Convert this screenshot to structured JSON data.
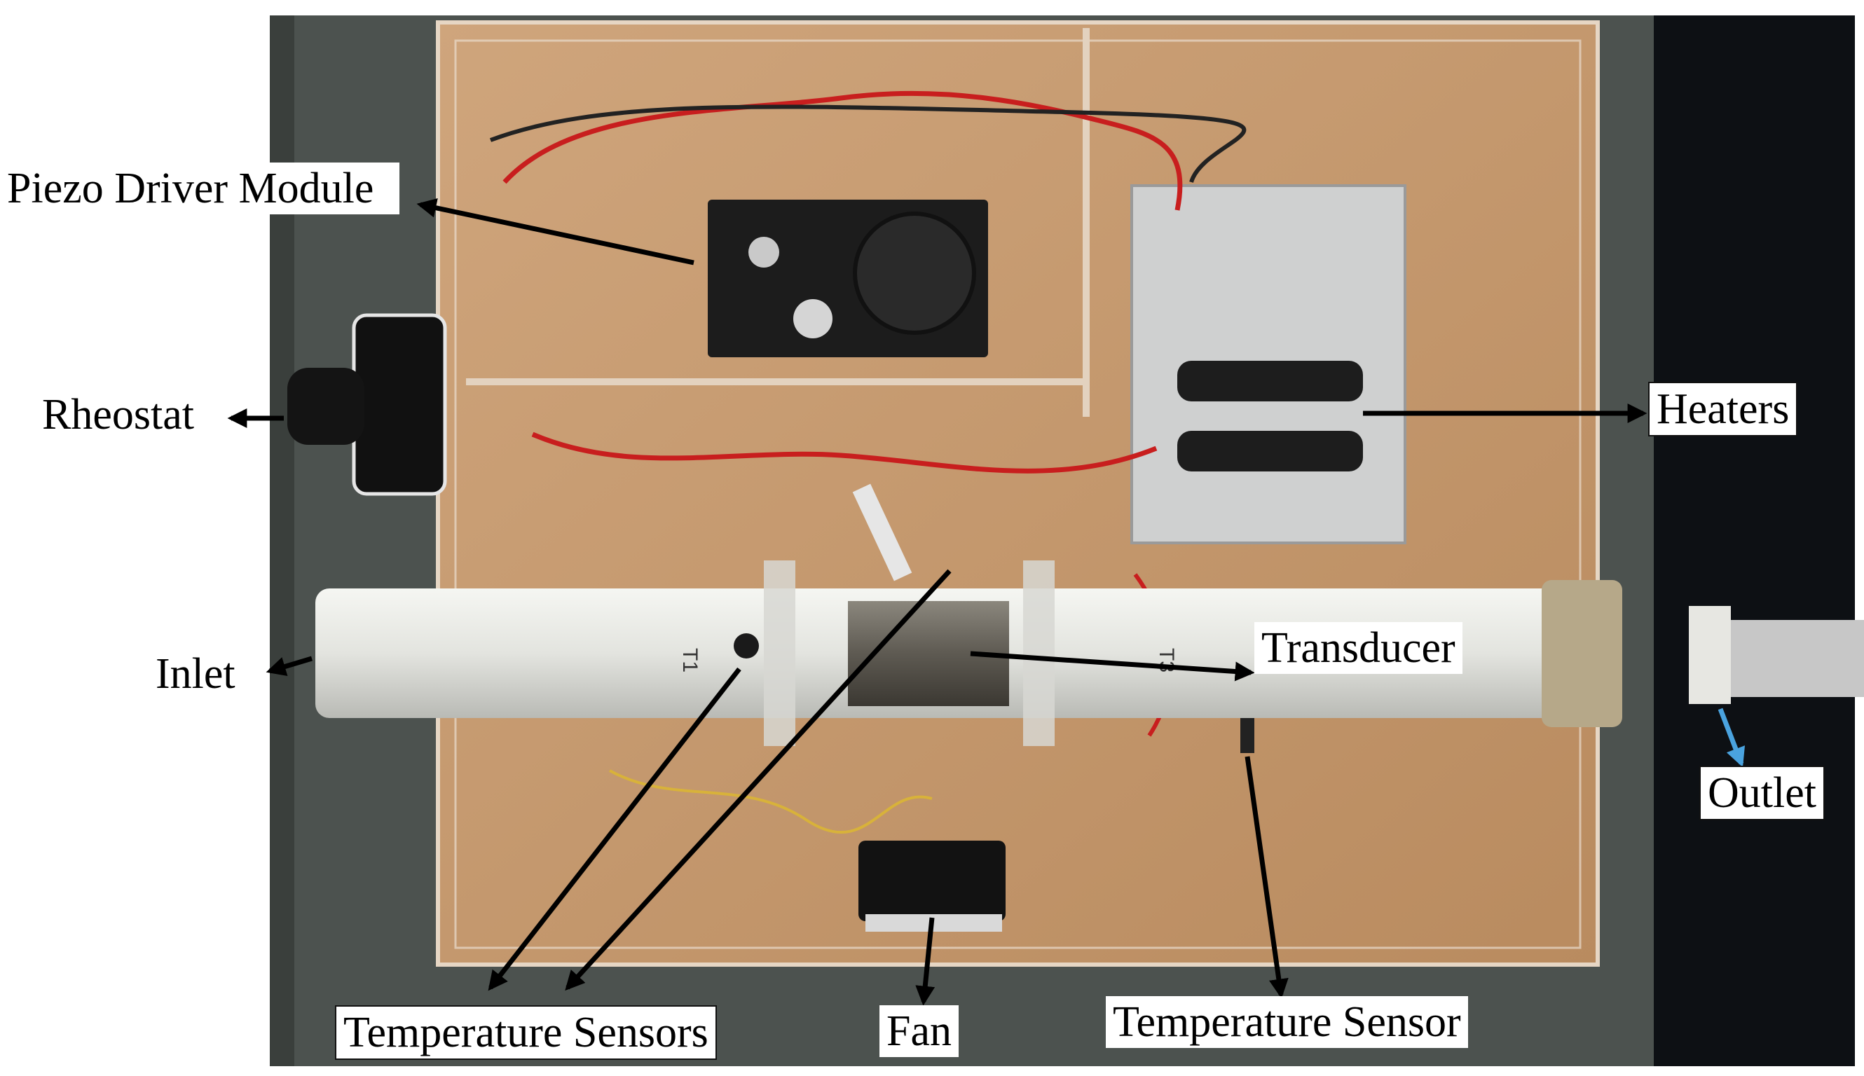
{
  "labels": {
    "piezo_driver_module": "Piezo Driver Module",
    "rheostat": "Rheostat",
    "inlet": "Inlet",
    "heaters": "Heaters",
    "transducer": "Transducer",
    "outlet": "Outlet",
    "temperature_sensors": "Temperature Sensors",
    "fan": "Fan",
    "temperature_sensor": "Temperature Sensor"
  },
  "colors": {
    "background_left": "#3a3f3c",
    "background_right": "#0d1014",
    "enclosure": "#c79a6e",
    "pipe": "#e7e8e3",
    "wire_red": "#c81e1e",
    "arrow": "#000000",
    "outlet_arrow": "#4aa3df"
  }
}
